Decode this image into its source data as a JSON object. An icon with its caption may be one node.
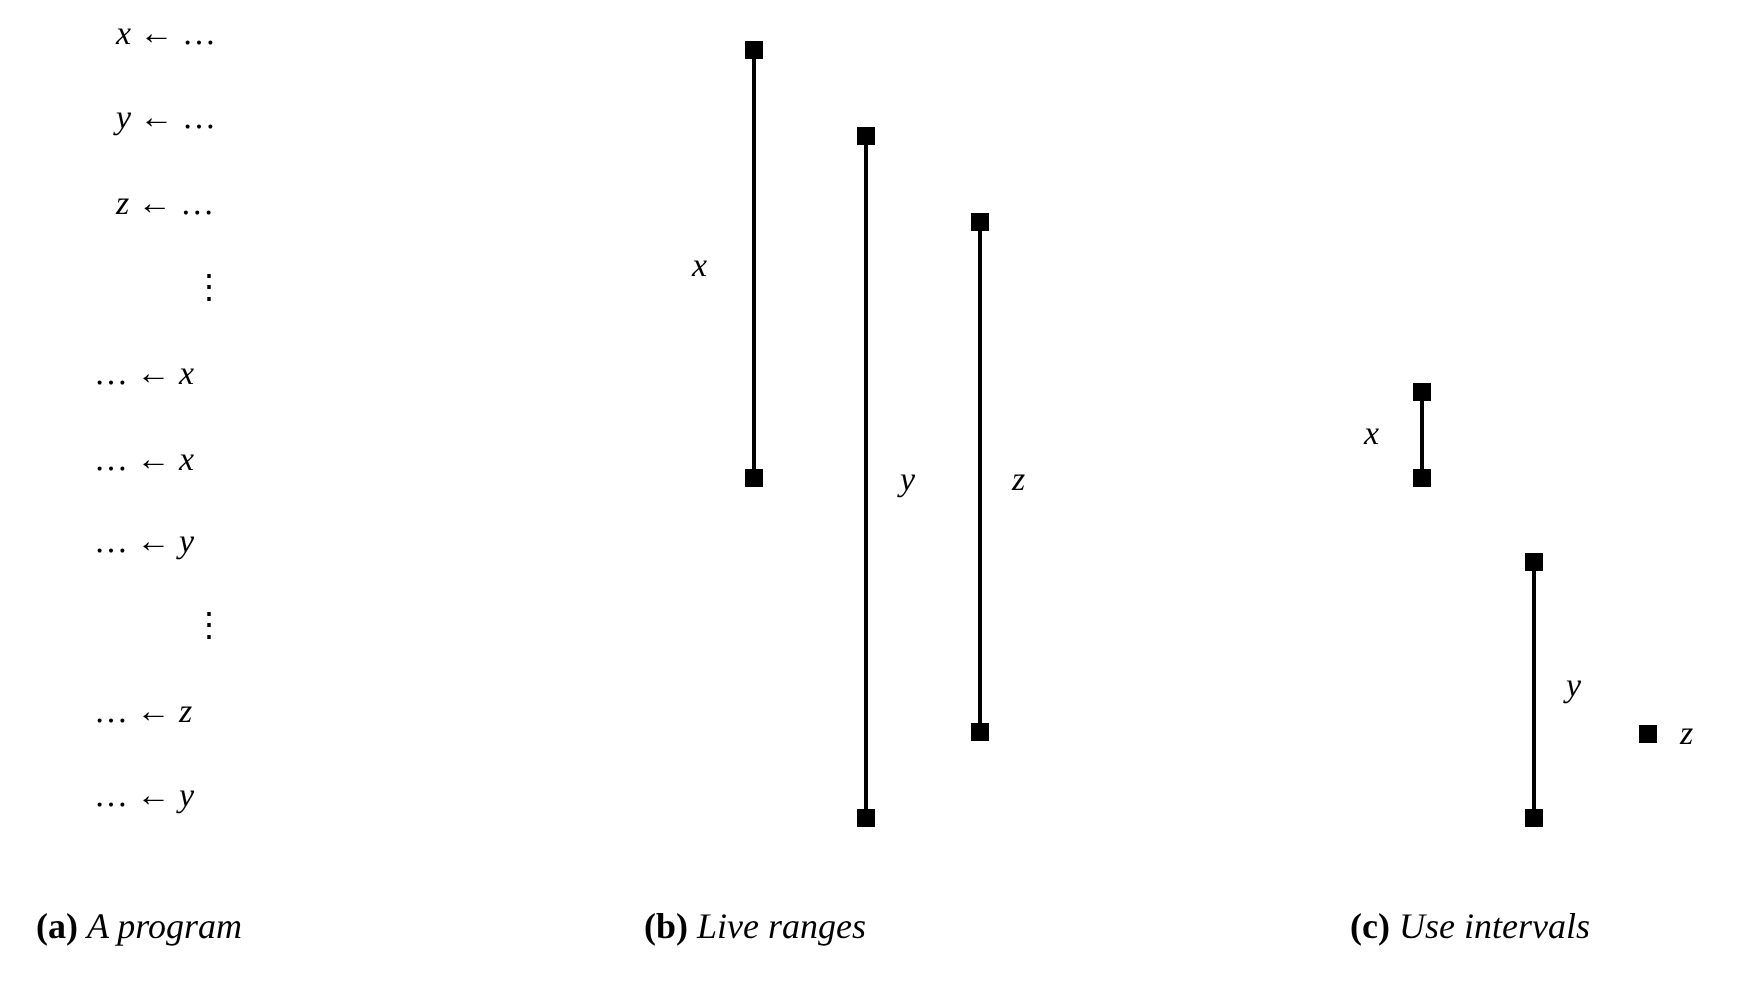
{
  "diagram": {
    "labels": [
      "*x* ← …",
      "*y* ← …",
      "*z* ← …",
      "⋮",
      "… ← *x*",
      "… ← *x*",
      "… ← *y*",
      "⋮",
      "… ← *z*",
      "… ← *y*",
      "*x*",
      "*y*",
      "*z*",
      "*x*",
      "*y*",
      "*z*",
      "**(a)** *A program*",
      "**(b)** *Live ranges*",
      "**(c)** *Use intervals*"
    ]
  }
}
